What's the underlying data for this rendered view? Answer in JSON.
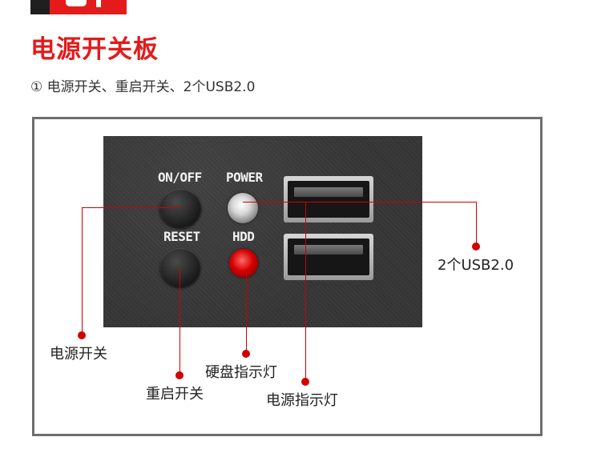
{
  "heading": {
    "title": "电源开关板",
    "subtitle": "① 电源开关、重启开关、2个USB2.0"
  },
  "panel": {
    "on_off_label": "ON/OFF",
    "reset_label": "RESET",
    "power_label": "POWER",
    "hdd_label": "HDD"
  },
  "callouts": {
    "power_switch": "电源开关",
    "reset_switch": "重启开关",
    "hdd_led": "硬盘指示灯",
    "power_led": "电源指示灯",
    "usb_ports": "2个USB2.0"
  },
  "colors": {
    "accent": "#e31b1b",
    "leader_line": "#d00000",
    "frame_border": "#6e6e6e"
  }
}
